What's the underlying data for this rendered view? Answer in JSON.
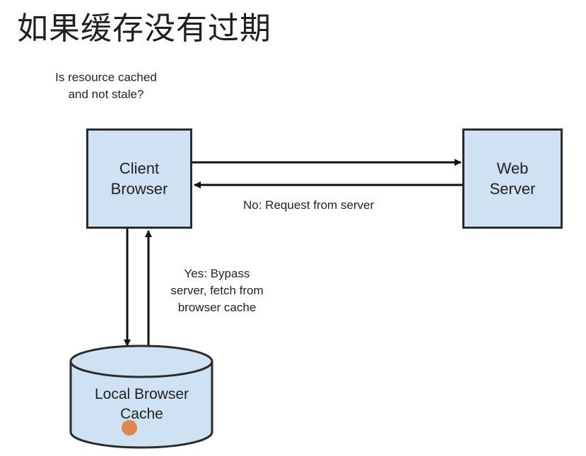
{
  "title": "如果缓存没有过期",
  "question": {
    "line1": "Is resource cached",
    "line2": "and not stale?"
  },
  "client": {
    "line1": "Client",
    "line2": "Browser"
  },
  "server": {
    "line1": "Web",
    "line2": "Server"
  },
  "request_label": "No: Request from server",
  "cache_path": {
    "line1": "Yes: Bypass",
    "line2": "server, fetch from",
    "line3": "browser cache"
  },
  "cache": {
    "line1": "Local Browser",
    "line2": "Cache"
  },
  "colors": {
    "box_fill": "#cfe2f3",
    "stroke": "#2b2b2b",
    "cursor": "#e07a3f"
  }
}
